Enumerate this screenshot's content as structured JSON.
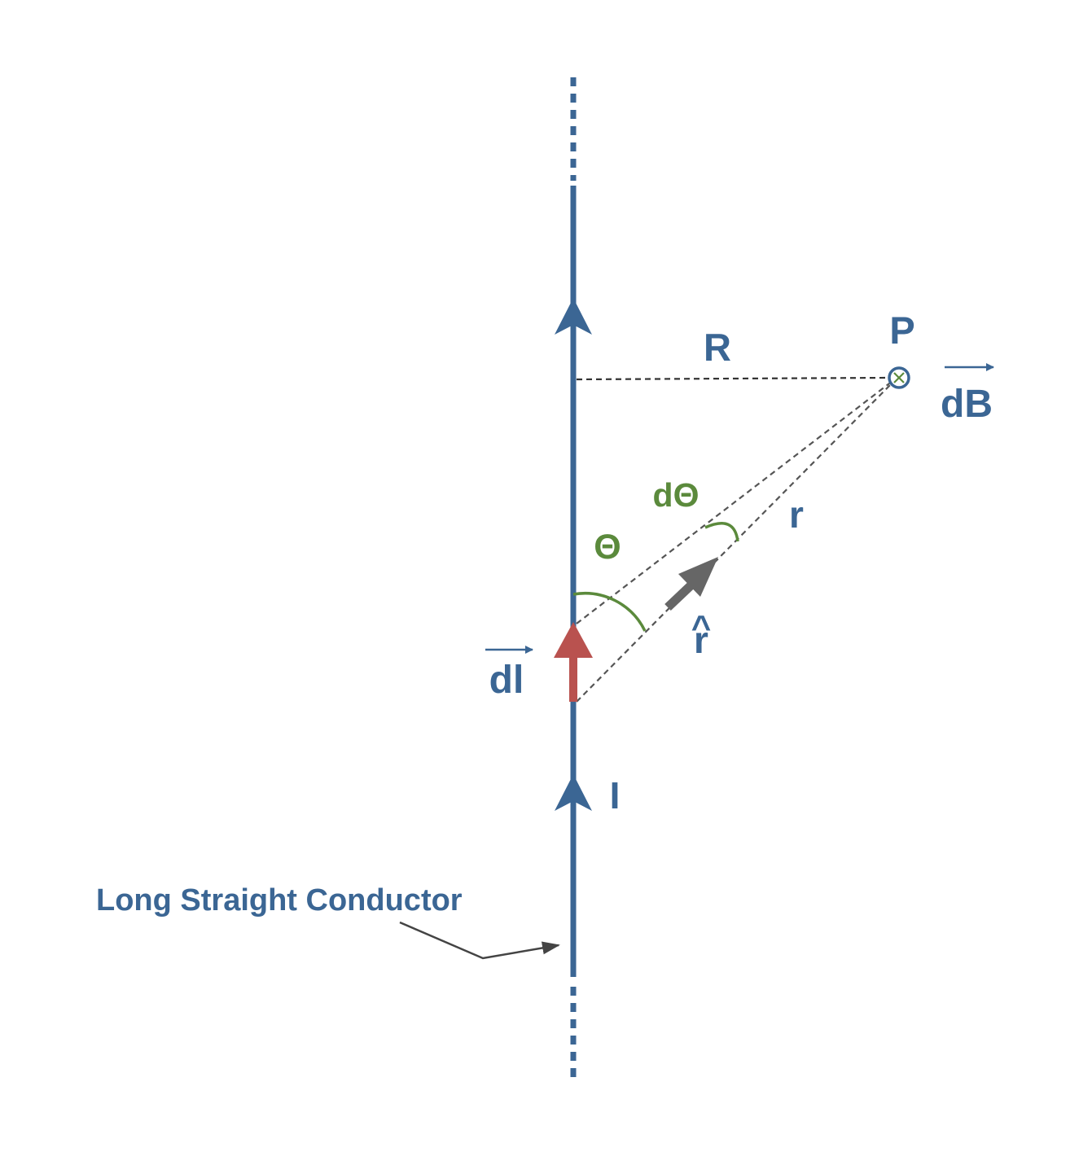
{
  "labels": {
    "point": "P",
    "perpendicular_distance": "R",
    "field_element": "dB",
    "angle_increment": "dΘ",
    "distance": "r",
    "angle": "Θ",
    "unit_vector": "r",
    "unit_vector_hat": "^",
    "length_element": "dl",
    "current": "I",
    "conductor": "Long Straight Conductor"
  },
  "colors": {
    "conductor": "#3b6694",
    "label_blue": "#3b6694",
    "angle_green": "#5b8a3c",
    "length_element_red": "#b9524f",
    "unit_vector_gray": "#666666",
    "dashed_line": "#333333",
    "pointer": "#444444"
  },
  "icons": {
    "point_marker": "into-page-cross-circle-icon",
    "vector_arrow": "right-arrow-icon"
  }
}
